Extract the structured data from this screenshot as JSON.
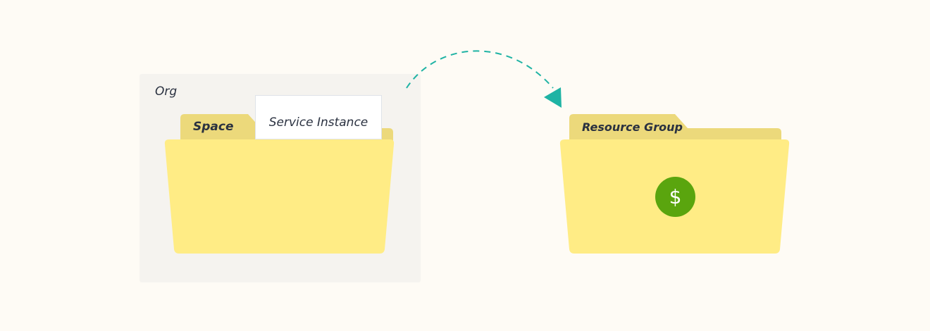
{
  "org": {
    "label": "Org"
  },
  "space": {
    "label": "Space"
  },
  "service_instance": {
    "label": "Service Instance"
  },
  "resource_group": {
    "label": "Resource Group",
    "badge_symbol": "$",
    "badge_icon": "dollar-icon"
  },
  "arrow": {
    "style": "dashed",
    "icon": "curved-arrow-icon"
  },
  "colors": {
    "background": "#fefbf5",
    "org_box": "#f5f3ef",
    "folder_front": "#ffec85",
    "folder_back": "#ecd97b",
    "arrow": "#1fb3a4",
    "badge": "#5aa50e",
    "text": "#2a3140"
  }
}
